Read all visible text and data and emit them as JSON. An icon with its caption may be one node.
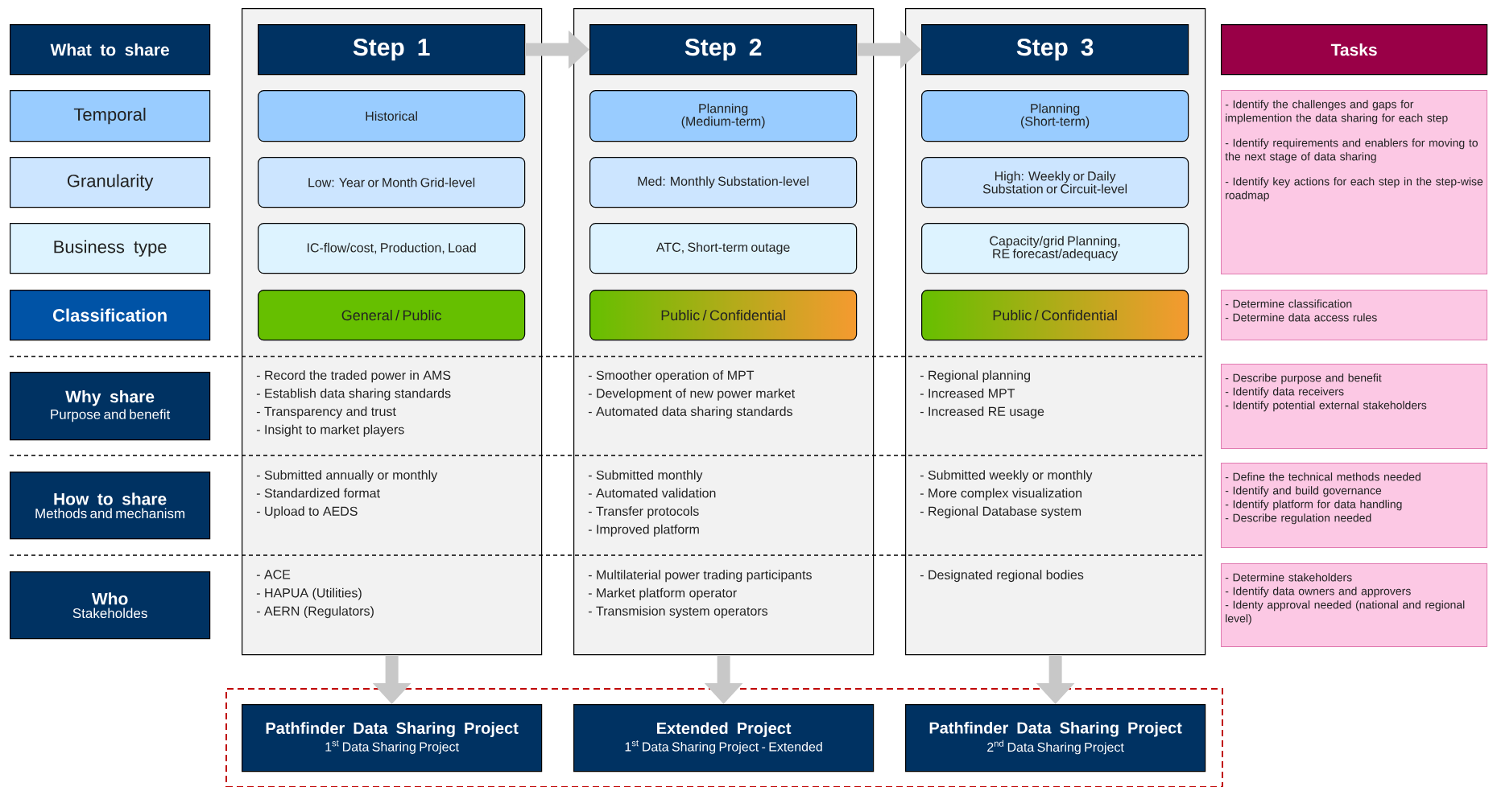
{
  "diagram": {
    "nodes": [
      {
        "text": [
          "What to share"
        ]
      },
      {
        "text": [
          "Temporal"
        ]
      },
      {
        "text": [
          "Granularity"
        ]
      },
      {
        "text": [
          "Business type"
        ]
      },
      {
        "text": [
          "Classification"
        ]
      },
      {
        "text": [
          "Why share",
          "Purpose and benefit"
        ]
      },
      {
        "text": [
          "How to share",
          "Methods and mechanism"
        ]
      },
      {
        "text": [
          "Who",
          "Stakeholdes"
        ]
      },
      {
        "text": [
          "- Record the traded power in AMS",
          "- Establish data sharing standards",
          "- Transparency and trust",
          "- Insight to market players",
          "- Submitted annually or monthly",
          "- Standardized format",
          "- Upload to AEDS",
          "- ACE",
          "- HAPUA (Utilities)",
          "- AERN (Regulators)"
        ]
      },
      {
        "text": [
          "Step 1"
        ],
        "in": 8
      },
      {
        "text": [
          "Historical"
        ],
        "in": 8
      },
      {
        "text": [
          "Low: Year or Month Grid-level"
        ],
        "in": 8
      },
      {
        "text": [
          "IC-flow/cost, Production, Load"
        ],
        "in": 8
      },
      {
        "text": [
          "General / Public"
        ],
        "in": 8
      },
      {
        "text": [
          "- Smoother operation of MPT",
          "- Development of new power market",
          "- Automated data sharing standards",
          "- Submitted monthly",
          "- Automated validation",
          "- Transfer protocols",
          "- Improved platform",
          "- Multilaterial power trading participants",
          "- Market platform operator",
          "- Transmision system operators"
        ]
      },
      {
        "text": [
          "Step 2"
        ],
        "in": 14
      },
      {
        "text": [
          "Planning (Medium-term)"
        ],
        "in": 14
      },
      {
        "text": [
          "Med: Monthly Substation-level"
        ],
        "in": 14
      },
      {
        "text": [
          "ATC, Short-term outage"
        ],
        "in": 14
      },
      {
        "text": [
          "Public / Confidential"
        ],
        "in": 14
      },
      {
        "text": [
          "- Regional planning",
          "- Increased MPT",
          "- Increased RE usage",
          "- Submitted weekly or monthly",
          "- More complex visualization",
          "- Regional Database system",
          "- Designated regional bodies"
        ]
      },
      {
        "text": [
          "Step 3"
        ],
        "in": 20
      },
      {
        "text": [
          "Planning (Short-term)"
        ],
        "in": 20
      },
      {
        "text": [
          "High: Weekly or Daily Substation or Circuit-level"
        ],
        "in": 20
      },
      {
        "text": [
          "Capacity/grid Planning, RE forecast/adequacy"
        ],
        "in": 20
      },
      {
        "text": [
          "Public / Confidential"
        ],
        "in": 20
      },
      {
        "text": [
          "Tasks"
        ]
      },
      {
        "text": [
          "- Identify the challenges and gaps for implemention the data sharing for each step",
          "- Identify requirements and enablers for moving to the next stage of data sharing",
          "- Identify key actions for each step in the step-wise roadmap"
        ]
      },
      {
        "text": [
          "- Determine classification",
          "- Determine data access rules"
        ]
      },
      {
        "text": [
          "- Describe purpose and benefit",
          "- Identify data receivers",
          "- Identify potential external stakeholders"
        ]
      },
      {
        "text": [
          "- Define the technical methods needed",
          "- Identify and build governance",
          "- Identify platform for data handling",
          "- Describe regulation needed"
        ]
      },
      {
        "text": [
          "- Determine stakeholders",
          "- Identify data owners and approvers",
          "- Identy approval needed (national and regional level)"
        ]
      },
      {
        "text": [],
        "shape": "box"
      },
      {
        "text": [
          "Pathfinder Data Sharing Project",
          "1$^{st}$ Data Sharing Project"
        ],
        "in": 32
      },
      {
        "text": [
          "Extended Project",
          "1$^{st}$ Data Sharing Project - Extended"
        ],
        "in": 32
      },
      {
        "text": [
          "Pathfinder Data Sharing Project",
          "2$^{nd}$ Data Sharing Project"
        ],
        "in": 32
      }
    ],
    "edges": [
      {
        "from": 9,
        "to": 15,
        "arrow": "to"
      },
      {
        "from": 15,
        "to": 21,
        "arrow": "to"
      },
      {
        "from": 8,
        "to": 33,
        "arrow": "to"
      },
      {
        "from": 14,
        "to": 34,
        "arrow": "to"
      },
      {
        "from": 20,
        "to": 35,
        "arrow": "to"
      }
    ]
  }
}
